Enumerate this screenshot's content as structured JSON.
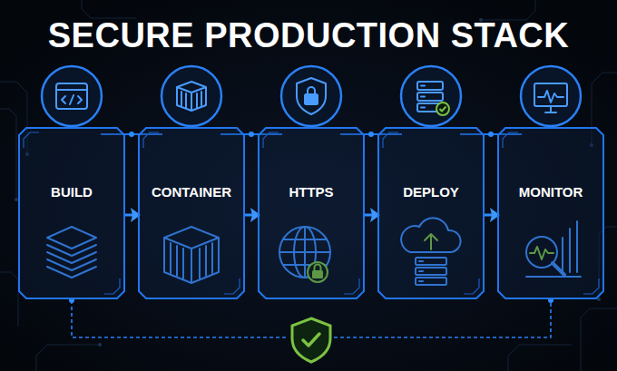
{
  "diagram": {
    "title": "SECURE PRODUCTION STACK",
    "nodes": [
      {
        "text": [
          "BUILD"
        ]
      },
      {
        "text": [
          "CONTAINER"
        ]
      },
      {
        "text": [
          "HTTPS"
        ]
      },
      {
        "text": [
          "DEPLOY"
        ]
      },
      {
        "text": [
          "MONITOR"
        ]
      }
    ],
    "edges": [
      {
        "from": 0,
        "to": 1,
        "arrow": "to"
      },
      {
        "from": 1,
        "to": 2,
        "arrow": "to"
      },
      {
        "from": 2,
        "to": 3,
        "arrow": "to"
      },
      {
        "from": 3,
        "to": 4,
        "arrow": "to"
      }
    ]
  }
}
